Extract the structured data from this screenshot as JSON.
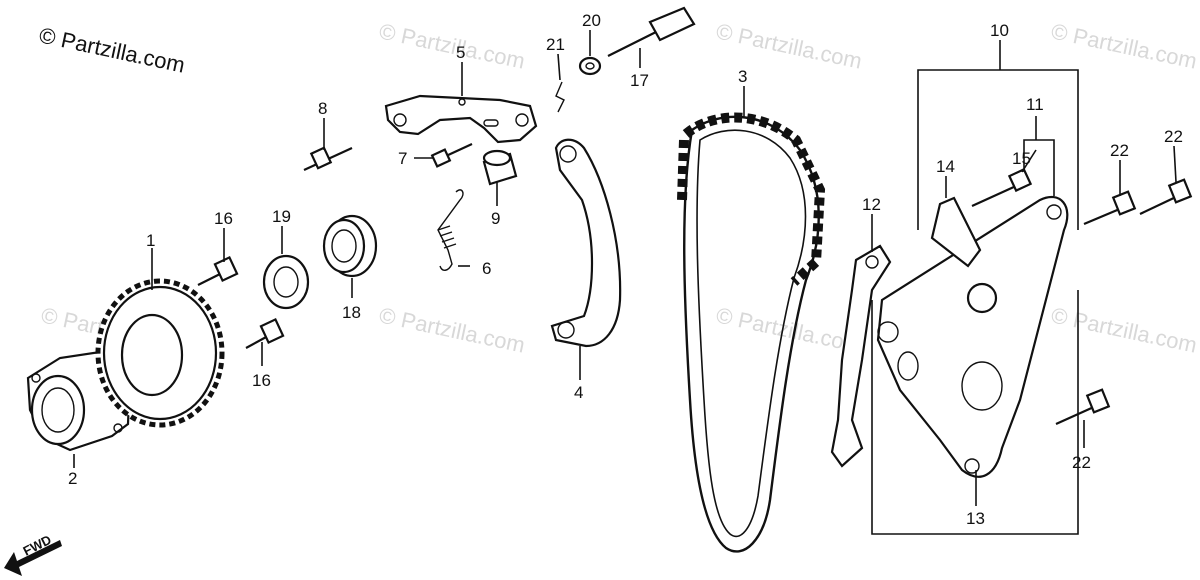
{
  "copyright": "© Partzilla.com",
  "watermark": "© Partzilla.com",
  "direction_label": "FWD",
  "labels": {
    "p1": "1",
    "p2": "2",
    "p3": "3",
    "p4": "4",
    "p5": "5",
    "p6": "6",
    "p7": "7",
    "p8": "8",
    "p9": "9",
    "p10": "10",
    "p11": "11",
    "p12": "12",
    "p13": "13",
    "p14": "14",
    "p15": "15",
    "p16a": "16",
    "p16b": "16",
    "p17": "17",
    "p18": "18",
    "p19": "19",
    "p20": "20",
    "p21": "21",
    "p22a": "22",
    "p22b": "22",
    "p22c": "22"
  }
}
